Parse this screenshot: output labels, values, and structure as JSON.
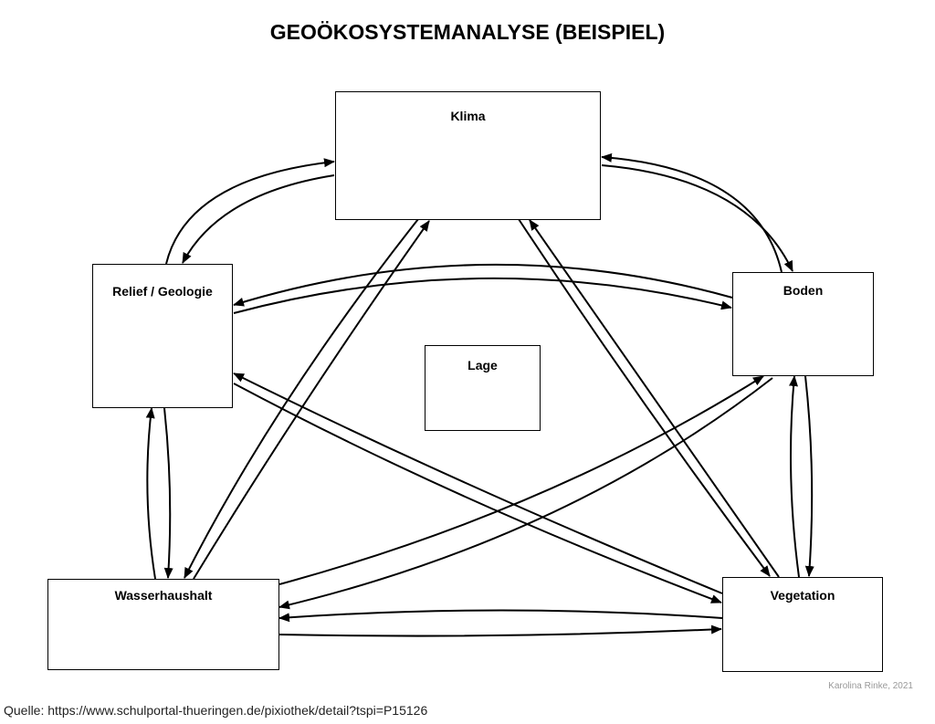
{
  "title": "GEOÖKOSYSTEMANALYSE (BEISPIEL)",
  "boxes": {
    "klima": "Klima",
    "relief": "Relief / Geologie",
    "boden": "Boden",
    "lage": "Lage",
    "wasser": "Wasserhaushalt",
    "vegetation": "Vegetation"
  },
  "credit": "Karolina Rinke, 2021",
  "source": "Quelle: https://www.schulportal-thueringen.de/pixiothek/detail?tspi=P15126"
}
